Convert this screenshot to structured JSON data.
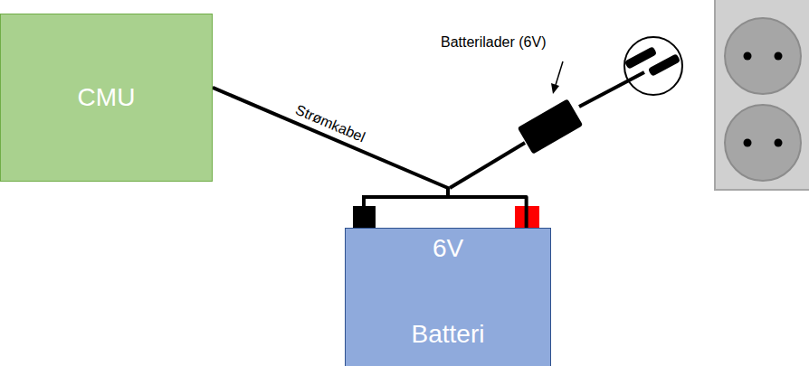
{
  "diagram": {
    "nodes": [
      {
        "text": [
          "CMU"
        ]
      },
      {
        "text": [
          "6V",
          "Batteri"
        ]
      }
    ],
    "edges": [
      {
        "from": 0,
        "to": 1,
        "label": "Strømkabel",
        "arrow": "none"
      }
    ],
    "labels": [
      "Batterilader (6V)"
    ]
  }
}
